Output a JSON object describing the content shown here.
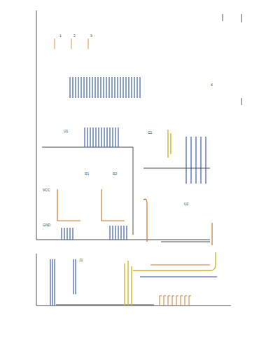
{
  "diagram": {
    "labels": [
      "1",
      "2",
      "3",
      "4",
      "GND",
      "VCC",
      "R1",
      "R2",
      "C1",
      "U1",
      "U2",
      "J1"
    ]
  }
}
